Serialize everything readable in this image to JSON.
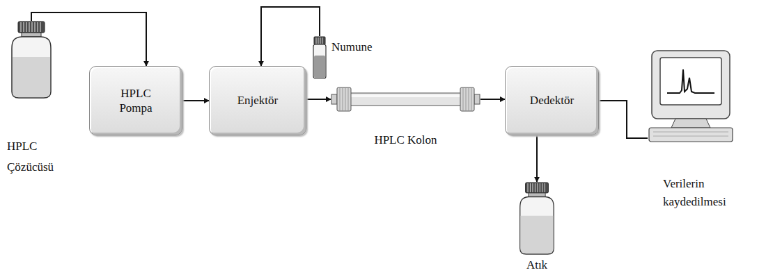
{
  "diagram": {
    "nodes": [
      {
        "text": [
          "HPLC Çözücüsü"
        ]
      },
      {
        "text": [
          "HPLC Pompa"
        ]
      },
      {
        "text": [
          "Enjektör"
        ]
      },
      {
        "text": [
          "Numune"
        ]
      },
      {
        "text": [
          "HPLC Kolon"
        ]
      },
      {
        "text": [
          "Dedektör"
        ]
      },
      {
        "text": [
          "Atık"
        ]
      },
      {
        "text": [
          "Verilerin kaydedilmesi"
        ]
      }
    ],
    "edges": [
      {
        "from": 0,
        "to": 1,
        "arrow": "to"
      },
      {
        "from": 1,
        "to": 2,
        "arrow": "to"
      },
      {
        "from": 3,
        "to": 2,
        "arrow": "to"
      },
      {
        "from": 2,
        "to": 4,
        "arrow": "to"
      },
      {
        "from": 4,
        "to": 5,
        "arrow": "to"
      },
      {
        "from": 5,
        "to": 6,
        "arrow": "to"
      },
      {
        "from": 5,
        "to": 7,
        "arrow": "none"
      }
    ]
  }
}
